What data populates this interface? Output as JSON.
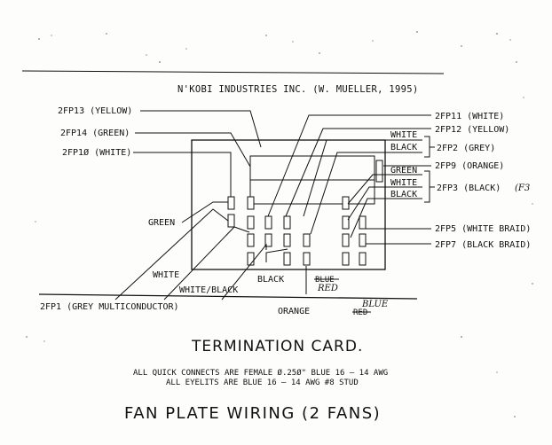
{
  "header": "N'KOBI INDUSTRIES INC. (W. MUELLER, 1995)",
  "labels_left": {
    "fp13": "2FP13 (YELLOW)",
    "fp14": "2FP14 (GREEN)",
    "fp10": "2FP1Ø (WHITE)",
    "green": "GREEN",
    "white": "WHITE",
    "white_black": "WHITE/BLACK",
    "black": "BLACK",
    "fp1": "2FP1 (GREY MULTICONDUCTOR)",
    "orange": "ORANGE"
  },
  "labels_right": {
    "fp11": "2FP11 (WHITE)",
    "fp12": "2FP12 (YELLOW)",
    "white": "WHITE",
    "black": "BLACK",
    "fp2": "2FP2 (GREY)",
    "fp9": "2FP9 (ORANGE)",
    "green": "GREEN",
    "white2": "WHITE",
    "black2": "BLACK",
    "fp3": "2FP3 (BLACK)",
    "fp3_note": "(F3",
    "fp5": "2FP5 (WHITE BRAID)",
    "fp7": "2FP7 (BLACK BRAID)"
  },
  "edits": {
    "blue_struck": "BLUE",
    "red": "RED",
    "blue": "BLUE",
    "red_struck": "RED"
  },
  "title": "TERMINATION CARD.",
  "notes": [
    "ALL QUICK CONNECTS ARE FEMALE Ø.25Ø\" BLUE 16 — 14 AWG",
    "ALL EYELITS ARE BLUE 16 — 14 AWG #8 STUD"
  ],
  "footer_title": "FAN PLATE WIRING (2 FANS)"
}
